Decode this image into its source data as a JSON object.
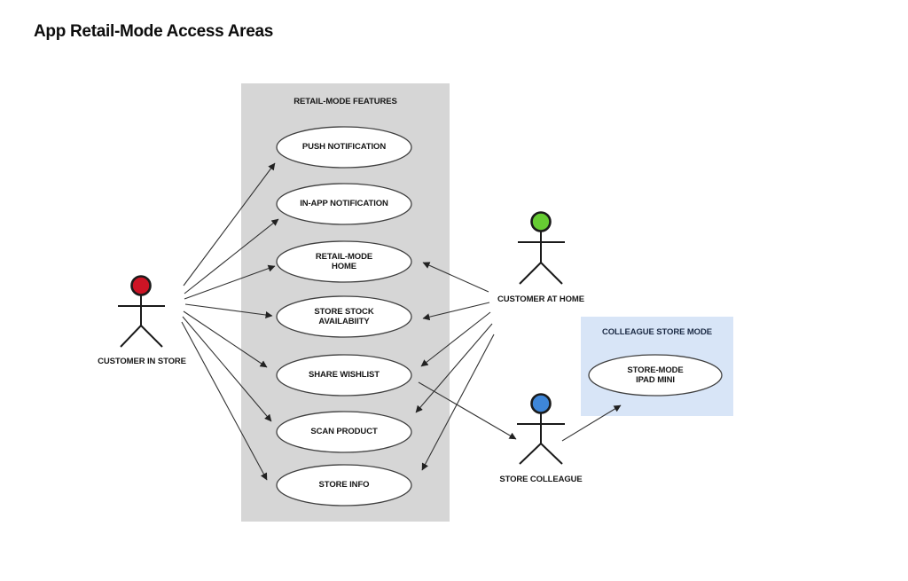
{
  "title": "App Retail-Mode Access Areas",
  "colors": {
    "gray_box": "#d6d6d6",
    "blue_box": "#d8e5f7",
    "oval_fill": "#ffffff",
    "oval_stroke": "#3f3f3f",
    "line": "#333333",
    "actor_in_store_head": "#cc1425",
    "actor_at_home_head": "#66cc33",
    "actor_colleague_head": "#3e86d8"
  },
  "retail_mode_box": {
    "title": "RETAIL-MODE FEATURES",
    "usecases": [
      {
        "label": "PUSH NOTIFICATION"
      },
      {
        "label": "IN-APP NOTIFICATION"
      },
      {
        "label": "RETAIL-MODE\nHOME"
      },
      {
        "label": "STORE STOCK\nAVAILABIITY"
      },
      {
        "label": "SHARE WISHLIST"
      },
      {
        "label": "SCAN PRODUCT"
      },
      {
        "label": "STORE INFO"
      }
    ]
  },
  "colleague_box": {
    "title": "COLLEAGUE STORE MODE",
    "usecases": [
      {
        "label": "STORE-MODE\nIPAD MINI"
      }
    ]
  },
  "actors": [
    {
      "id": "customer-in-store",
      "label": "CUSTOMER IN STORE"
    },
    {
      "id": "customer-at-home",
      "label": "CUSTOMER AT HOME"
    },
    {
      "id": "store-colleague",
      "label": "STORE COLLEAGUE"
    }
  ],
  "connections": [
    {
      "from": "CUSTOMER IN STORE",
      "to": "PUSH NOTIFICATION"
    },
    {
      "from": "CUSTOMER IN STORE",
      "to": "IN-APP NOTIFICATION"
    },
    {
      "from": "CUSTOMER IN STORE",
      "to": "RETAIL-MODE HOME"
    },
    {
      "from": "CUSTOMER IN STORE",
      "to": "STORE STOCK AVAILABIITY"
    },
    {
      "from": "CUSTOMER IN STORE",
      "to": "SHARE WISHLIST"
    },
    {
      "from": "CUSTOMER IN STORE",
      "to": "SCAN PRODUCT"
    },
    {
      "from": "CUSTOMER IN STORE",
      "to": "STORE INFO"
    },
    {
      "from": "CUSTOMER AT HOME",
      "to": "RETAIL-MODE HOME"
    },
    {
      "from": "CUSTOMER AT HOME",
      "to": "STORE STOCK AVAILABIITY"
    },
    {
      "from": "CUSTOMER AT HOME",
      "to": "SHARE WISHLIST"
    },
    {
      "from": "CUSTOMER AT HOME",
      "to": "SCAN PRODUCT"
    },
    {
      "from": "CUSTOMER AT HOME",
      "to": "STORE INFO"
    },
    {
      "from": "SHARE WISHLIST",
      "to": "STORE COLLEAGUE"
    },
    {
      "from": "STORE COLLEAGUE",
      "to": "STORE-MODE IPAD MINI"
    }
  ]
}
